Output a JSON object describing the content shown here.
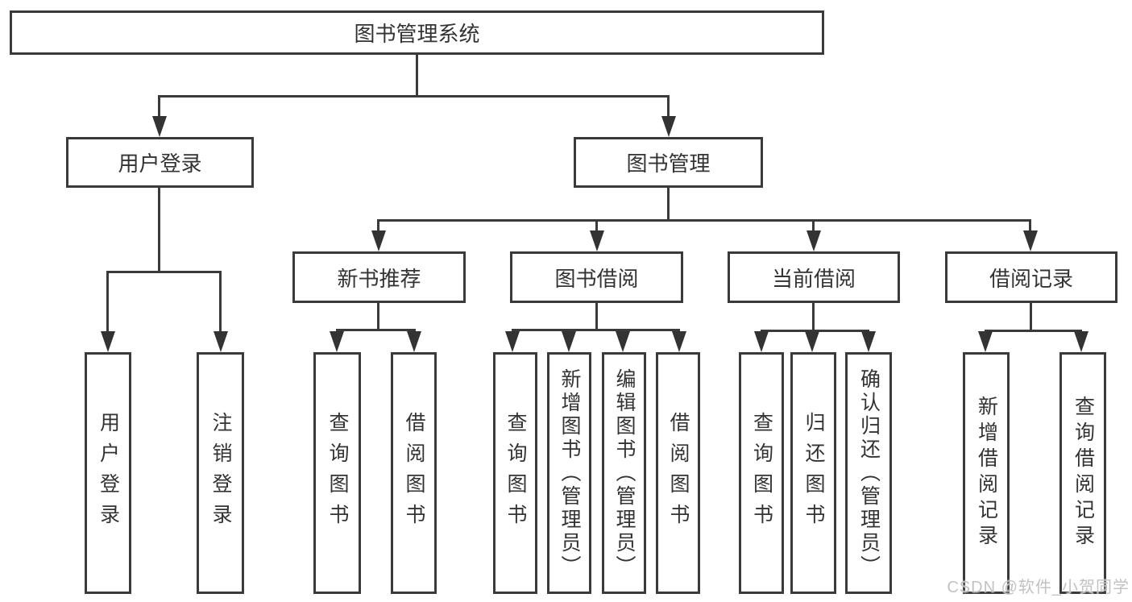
{
  "tree": {
    "root": "图书管理系统",
    "children": [
      {
        "label": "用户登录",
        "children": [
          "用户登录",
          "注销登录"
        ]
      },
      {
        "label": "图书管理",
        "children": [
          {
            "label": "新书推荐",
            "children": [
              "查询图书",
              "借阅图书"
            ]
          },
          {
            "label": "图书借阅",
            "children": [
              "查询图书",
              "新增图书（管理员）",
              "编辑图书（管理员）",
              "借阅图书"
            ]
          },
          {
            "label": "当前借阅",
            "children": [
              "查询图书",
              "归还图书",
              "确认归还（管理员）"
            ]
          },
          {
            "label": "借阅记录",
            "children": [
              "新增借阅记录",
              "查询借阅记录"
            ]
          }
        ]
      }
    ]
  },
  "watermark": "CSDN @软件_小贺同学",
  "colors": {
    "line": "#3a3a3a",
    "text": "#333333",
    "watermark": "#c2c2c2"
  }
}
